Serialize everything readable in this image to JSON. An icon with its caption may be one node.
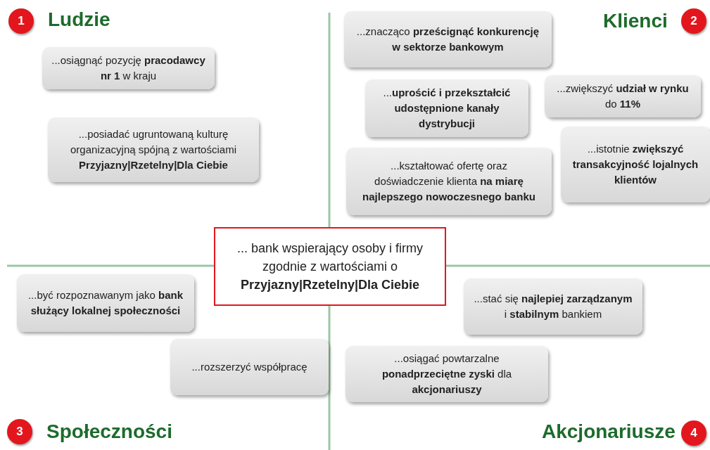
{
  "diagram": {
    "nodes": [
      {
        "text": [
          "...osiągnąć pozycję **pracodawcy nr 1** w kraju"
        ]
      },
      {
        "text": [
          "...posiadać ugruntowaną kulturę organizacyjną spójną z wartościami **Przyjazny|Rzetelny|Dla Ciebie**"
        ]
      },
      {
        "text": [
          "...znacząco **prześcignąć konkurencję w sektorze bankowym**"
        ]
      },
      {
        "text": [
          "...**uprościć i przekształcić udostępnione kanały dystrybucji**"
        ]
      },
      {
        "text": [
          "...zwiększyć **udział w rynku** do **11%**"
        ]
      },
      {
        "text": [
          "...kształtować ofertę oraz doświadczenie klienta **na miarę najlepszego nowoczesnego banku**"
        ]
      },
      {
        "text": [
          "...istotnie **zwiększyć transakcyjność lojalnych klientów**"
        ]
      },
      {
        "text": [
          "... bank wspierający osoby i firmy zgodnie z wartościami o **Przyjazny|Rzetelny|Dla Ciebie**"
        ]
      },
      {
        "text": [
          "...być rozpoznawanym jako **bank służący lokalnej społeczności**"
        ]
      },
      {
        "text": [
          "...rozszerzyć współpracę"
        ]
      },
      {
        "text": [
          "...stać się **najlepiej zarządzanym** i **stabilnym** bankiem"
        ]
      },
      {
        "text": [
          "...osiągać powtarzalne **ponadprzeciętne zyski** dla **akcjonariuszy**"
        ]
      }
    ],
    "edges": [],
    "labels": [
      "1",
      "Ludzie",
      "Klienci",
      "2",
      "3",
      "Społeczności",
      "Akcjonariusze",
      "4"
    ]
  }
}
